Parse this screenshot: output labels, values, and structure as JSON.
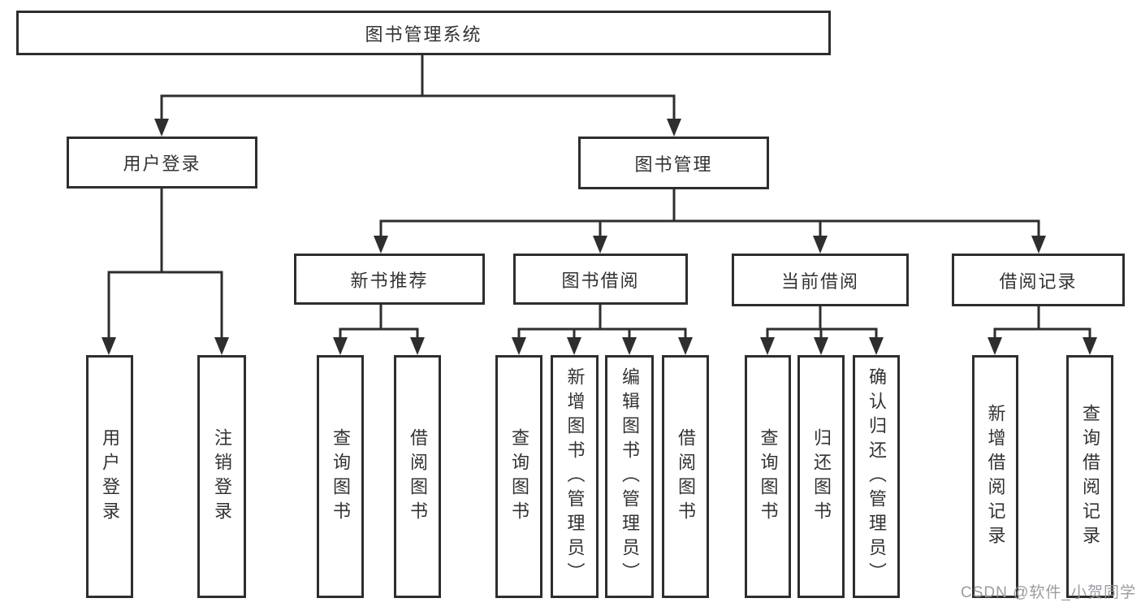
{
  "diagram": {
    "tree": {
      "label": "图书管理系统",
      "children": [
        {
          "label": "用户登录",
          "children": [
            {
              "label": "用户登录"
            },
            {
              "label": "注销登录"
            }
          ]
        },
        {
          "label": "图书管理",
          "children": [
            {
              "label": "新书推荐",
              "children": [
                {
                  "label": "查询图书"
                },
                {
                  "label": "借阅图书"
                }
              ]
            },
            {
              "label": "图书借阅",
              "children": [
                {
                  "label": "查询图书"
                },
                {
                  "label": "新增图书（管理员）"
                },
                {
                  "label": "编辑图书（管理员）"
                },
                {
                  "label": "借阅图书"
                }
              ]
            },
            {
              "label": "当前借阅",
              "children": [
                {
                  "label": "查询图书"
                },
                {
                  "label": "归还图书"
                },
                {
                  "label": "确认归还（管理员）"
                }
              ]
            },
            {
              "label": "借阅记录",
              "children": [
                {
                  "label": "新增借阅记录"
                },
                {
                  "label": "查询借阅记录"
                }
              ]
            }
          ]
        }
      ]
    }
  },
  "watermark": {
    "text": "CSDN @软件_小贺同学",
    "color": "#96969b"
  },
  "colors": {
    "background": "#ffffff",
    "line": "#2e2e2e",
    "box_border": "#2e2e2e",
    "box_fill": "#ffffff",
    "text": "#333333"
  }
}
